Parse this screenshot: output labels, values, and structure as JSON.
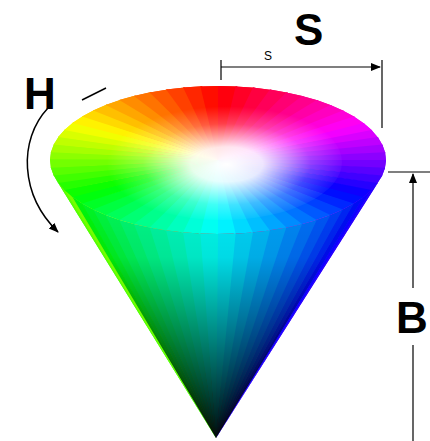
{
  "diagram": {
    "labels": [
      "H",
      "S",
      "S",
      "B"
    ]
  }
}
